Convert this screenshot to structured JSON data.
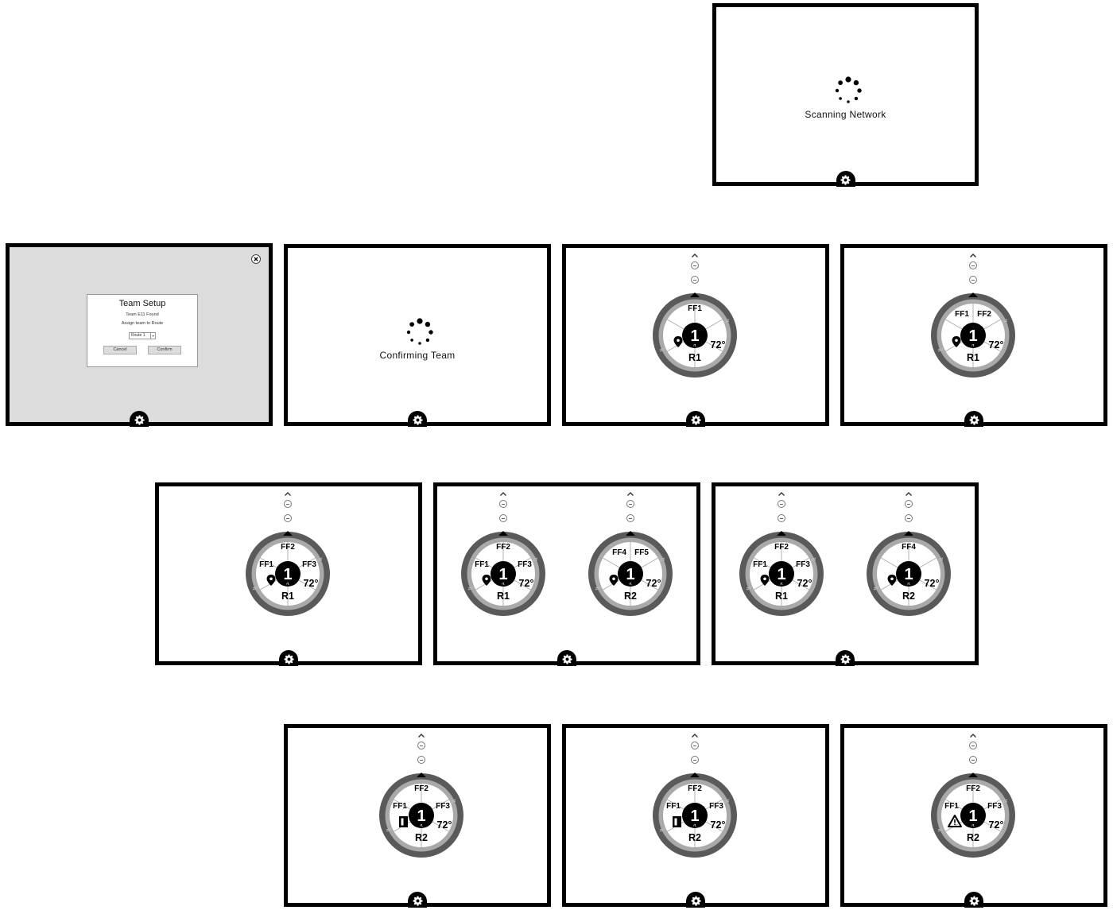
{
  "colors": {
    "frame": "#000000",
    "overlay": "#dcdcdc",
    "ring_outer": "#5a5a5a",
    "ring_inner": "#a9a9a9",
    "hub": "#000000"
  },
  "icons": {
    "settings": "gear-icon",
    "close": "close-icon",
    "up": "chevron-up-icon",
    "marker": "map-marker-icon",
    "door": "door-icon",
    "warning": "warning-icon"
  },
  "scanning": {
    "label": "Scanning Network"
  },
  "team_setup": {
    "title": "Team Setup",
    "found": "Team E11 Found",
    "assign": "Assign team to Route",
    "route_value": "Route 1",
    "cancel": "Cancel",
    "confirm": "Confirm"
  },
  "confirming": {
    "label": "Confirming Team"
  },
  "dials": [
    {
      "hub": "1",
      "temp": "72°",
      "route": "R1",
      "ff": [
        "FF1"
      ],
      "icon": "marker"
    },
    {
      "hub": "1",
      "temp": "72°",
      "route": "R1",
      "ff": [
        "FF1",
        "FF2"
      ],
      "icon": "marker"
    },
    {
      "hub": "1",
      "temp": "72°",
      "route": "R1",
      "ff": [
        "FF1",
        "FF2",
        "FF3"
      ],
      "icon": "marker"
    },
    {
      "hub": "1",
      "temp": "72°",
      "route": "R1",
      "ff": [
        "FF1",
        "FF2",
        "FF3"
      ],
      "icon": "marker"
    },
    {
      "hub": "1",
      "temp": "72°",
      "route": "R2",
      "ff": [
        "FF4",
        "FF5"
      ],
      "icon": "marker"
    },
    {
      "hub": "1",
      "temp": "72°",
      "route": "R1",
      "ff": [
        "FF1",
        "FF2",
        "FF3"
      ],
      "icon": "marker"
    },
    {
      "hub": "1",
      "temp": "72°",
      "route": "R2",
      "ff": [
        "FF4"
      ],
      "icon": "marker"
    },
    {
      "hub": "1",
      "temp": "72°",
      "route": "R2",
      "ff": [
        "FF1",
        "FF2",
        "FF3"
      ],
      "icon": "door"
    },
    {
      "hub": "1",
      "temp": "72°",
      "route": "R2",
      "ff": [
        "FF1",
        "FF2",
        "FF3"
      ],
      "icon": "door"
    },
    {
      "hub": "1",
      "temp": "72°",
      "route": "R2",
      "ff": [
        "FF1",
        "FF2",
        "FF3"
      ],
      "icon": "warning"
    }
  ]
}
